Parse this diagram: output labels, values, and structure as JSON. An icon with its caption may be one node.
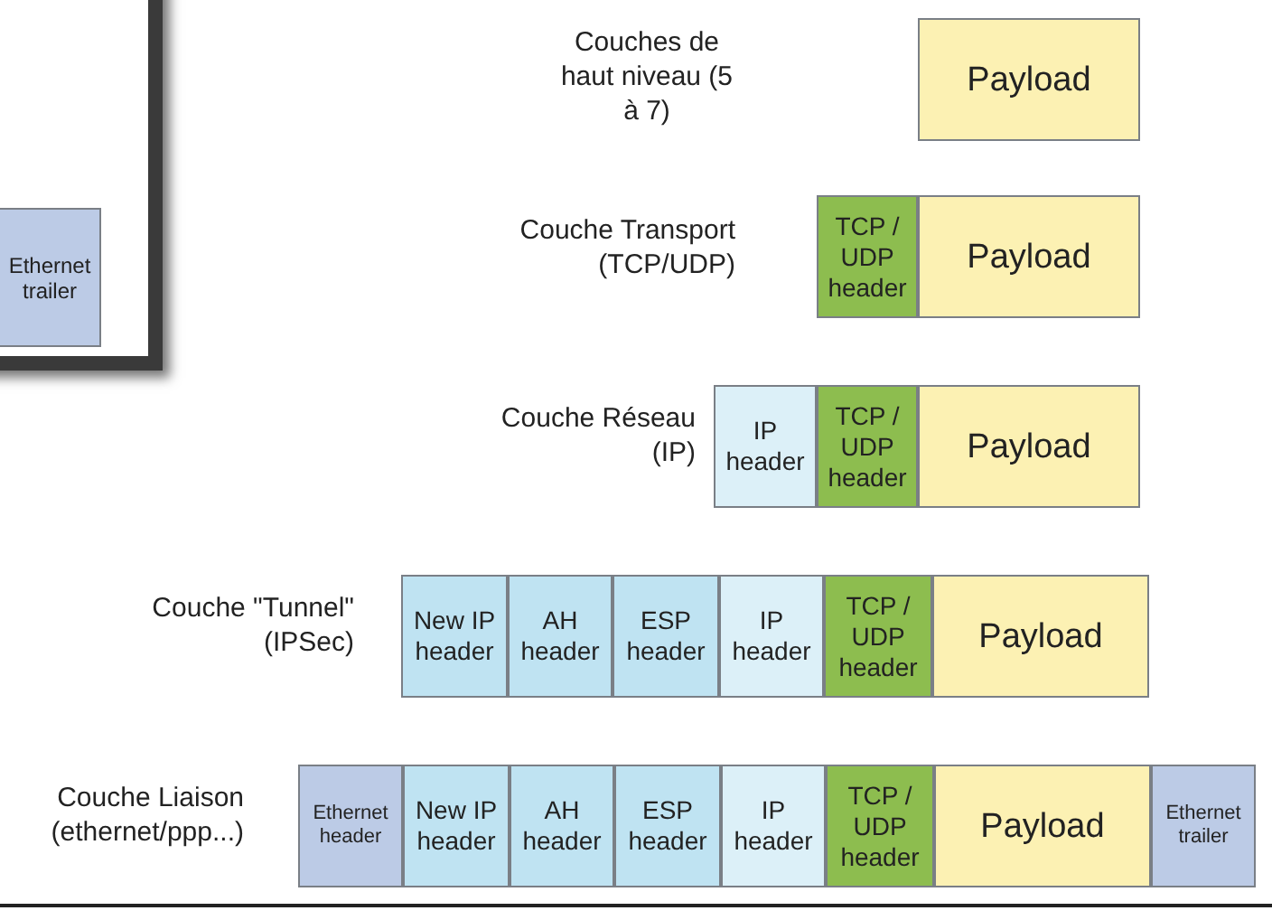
{
  "diagram": {
    "nodes": [
      {
        "text": [],
        "shape": "box"
      },
      {
        "text": [
          "Ethernet trailer"
        ],
        "in": 0
      },
      {
        "text": [
          "Payload"
        ]
      },
      {
        "text": [
          "TCP / UDP header"
        ]
      },
      {
        "text": [
          "Payload"
        ]
      },
      {
        "text": [
          "IP header"
        ]
      },
      {
        "text": [
          "TCP / UDP header"
        ]
      },
      {
        "text": [
          "Payload"
        ]
      },
      {
        "text": [
          "New IP header"
        ]
      },
      {
        "text": [
          "AH header"
        ]
      },
      {
        "text": [
          "ESP header"
        ]
      },
      {
        "text": [
          "IP header"
        ]
      },
      {
        "text": [
          "TCP / UDP header"
        ]
      },
      {
        "text": [
          "Payload"
        ]
      },
      {
        "text": [
          "Ethernet header"
        ]
      },
      {
        "text": [
          "New IP header"
        ]
      },
      {
        "text": [
          "AH header"
        ]
      },
      {
        "text": [
          "ESP header"
        ]
      },
      {
        "text": [
          "IP header"
        ]
      },
      {
        "text": [
          "TCP / UDP header"
        ]
      },
      {
        "text": [
          "Payload"
        ]
      },
      {
        "text": [
          "Ethernet trailer"
        ]
      }
    ],
    "edges": [],
    "labels": [
      "Couches de haut niveau (5 à 7)",
      "Couche Transport (TCP/UDP)",
      "Couche Réseau (IP)",
      "Couche \"Tunnel\" (IPSec)",
      "Couche Liaison (ethernet/ppp...)"
    ]
  }
}
